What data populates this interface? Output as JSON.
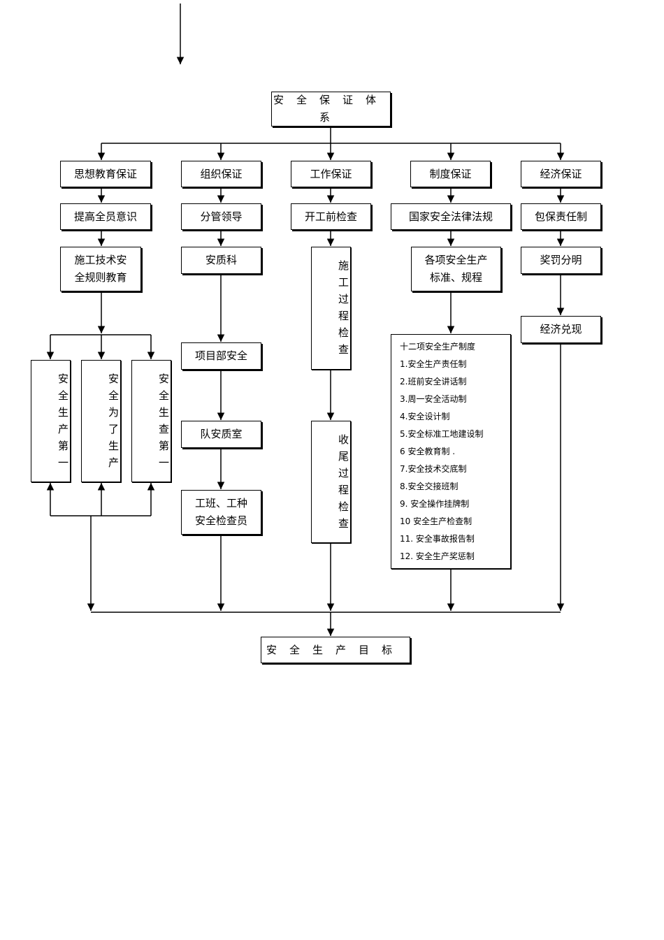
{
  "top": "安全保证体系",
  "branches": {
    "thought": {
      "header": "思想教育保证",
      "awareness": "提高全员意识",
      "education": [
        "施工技术安",
        "全规则教育"
      ],
      "principles": [
        "安全生产第一",
        "安全为了生产",
        "安全生查第一"
      ]
    },
    "organization": {
      "header": "组织保证",
      "steps": [
        "分管领导",
        "安质科",
        "项目部安全",
        "队安质室"
      ],
      "last": [
        "工班、工种",
        "安全检查员"
      ]
    },
    "work": {
      "header": "工作保证",
      "pre_check": "开工前检查",
      "process_check": "施工过程检查",
      "final_check": "收尾过程检查"
    },
    "system": {
      "header": "制度保证",
      "laws": "国家安全法律法规",
      "standards": [
        "各项安全生产",
        "标准、规程"
      ],
      "list_title": "十二项安全生产制度",
      "list_items": [
        "1.安全生产责任制",
        "2.班前安全讲话制",
        "3.周一安全活动制",
        "4.安全设计制",
        "5.安全标准工地建设制",
        "6 安全教育制  .",
        "7.安全技术交底制",
        "8.安全交接班制",
        "9.  安全操作挂牌制",
        "10 安全生产检查制",
        "11.  安全事故报告制",
        "12.  安全生产奖惩制"
      ]
    },
    "economic": {
      "header": "经济保证",
      "steps": [
        "包保责任制",
        "奖罚分明",
        "经济兑现"
      ]
    }
  },
  "goal": "安全生产目标"
}
